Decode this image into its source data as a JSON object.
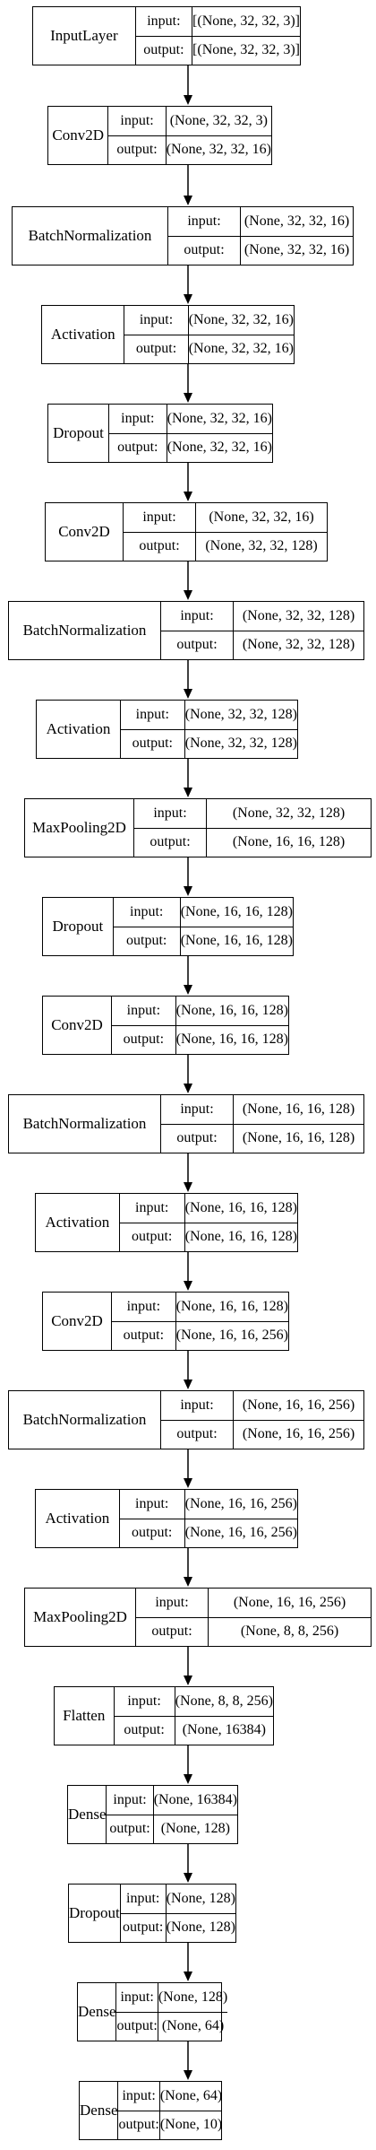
{
  "layers": [
    {
      "name": "InputLayer",
      "input": "[(None, 32, 32, 3)]",
      "output": "[(None, 32, 32, 3)]"
    },
    {
      "name": "Conv2D",
      "input": "(None, 32, 32, 3)",
      "output": "(None, 32, 32, 16)"
    },
    {
      "name": "BatchNormalization",
      "input": "(None, 32, 32, 16)",
      "output": "(None, 32, 32, 16)"
    },
    {
      "name": "Activation",
      "input": "(None, 32, 32, 16)",
      "output": "(None, 32, 32, 16)"
    },
    {
      "name": "Dropout",
      "input": "(None, 32, 32, 16)",
      "output": "(None, 32, 32, 16)"
    },
    {
      "name": "Conv2D",
      "input": "(None, 32, 32, 16)",
      "output": "(None, 32, 32, 128)"
    },
    {
      "name": "BatchNormalization",
      "input": "(None, 32, 32, 128)",
      "output": "(None, 32, 32, 128)"
    },
    {
      "name": "Activation",
      "input": "(None, 32, 32, 128)",
      "output": "(None, 32, 32, 128)"
    },
    {
      "name": "MaxPooling2D",
      "input": "(None, 32, 32, 128)",
      "output": "(None, 16, 16, 128)"
    },
    {
      "name": "Dropout",
      "input": "(None, 16, 16, 128)",
      "output": "(None, 16, 16, 128)"
    },
    {
      "name": "Conv2D",
      "input": "(None, 16, 16, 128)",
      "output": "(None, 16, 16, 128)"
    },
    {
      "name": "BatchNormalization",
      "input": "(None, 16, 16, 128)",
      "output": "(None, 16, 16, 128)"
    },
    {
      "name": "Activation",
      "input": "(None, 16, 16, 128)",
      "output": "(None, 16, 16, 128)"
    },
    {
      "name": "Conv2D",
      "input": "(None, 16, 16, 128)",
      "output": "(None, 16, 16, 256)"
    },
    {
      "name": "BatchNormalization",
      "input": "(None, 16, 16, 256)",
      "output": "(None, 16, 16, 256)"
    },
    {
      "name": "Activation",
      "input": "(None, 16, 16, 256)",
      "output": "(None, 16, 16, 256)"
    },
    {
      "name": "MaxPooling2D",
      "input": "(None, 16, 16, 256)",
      "output": "(None, 8, 8, 256)"
    },
    {
      "name": "Flatten",
      "input": "(None, 8, 8, 256)",
      "output": "(None, 16384)"
    },
    {
      "name": "Dense",
      "input": "(None, 16384)",
      "output": "(None, 128)"
    },
    {
      "name": "Dropout",
      "input": "(None, 128)",
      "output": "(None, 128)"
    },
    {
      "name": "Dense",
      "input": "(None, 128)",
      "output": "(None, 64)"
    },
    {
      "name": "Dense",
      "input": "(None, 64)",
      "output": "(None, 10)"
    }
  ],
  "port_labels": {
    "input": "input:",
    "output": "output:"
  },
  "colors": {
    "line": "#000000",
    "background": "#ffffff"
  }
}
